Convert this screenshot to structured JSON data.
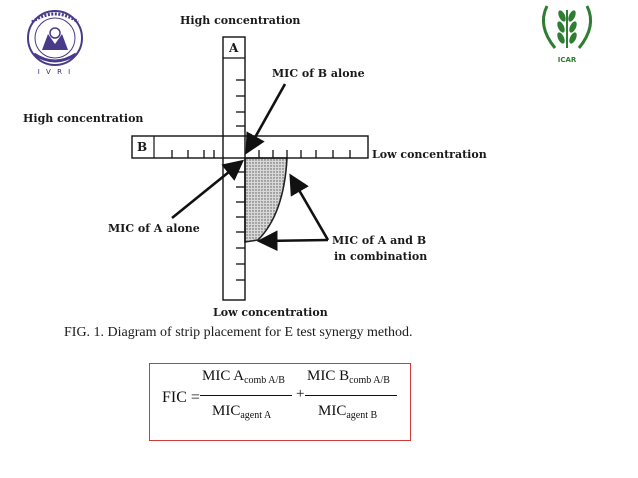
{
  "logos": {
    "left_caption": "I V R I",
    "right_caption": "ICAR"
  },
  "diagram": {
    "high_conc_a": "High concentration",
    "high_conc_b": "High concentration",
    "low_conc_a": "Low concentration",
    "low_conc_b": "Low concentration",
    "strip_a_label": "A",
    "strip_b_label": "B",
    "mic_b_alone": "MIC  of  B alone",
    "mic_a_alone": "MIC of A alone",
    "mic_combo_line1": "MIC of A and B",
    "mic_combo_line2": "in combination",
    "caption": "FIG.  1.  Diagram of strip placement for E test synergy method."
  },
  "formula": {
    "lhs": "FIC =",
    "num1_main": "MIC A",
    "num1_sub": "comb A/B",
    "den1_main": "MIC",
    "den1_sub": "agent A",
    "plus": "+",
    "num2_main": "MIC B",
    "num2_sub": "comb A/B",
    "den2_main": "MIC",
    "den2_sub": "agent B"
  },
  "colors": {
    "formula_border": "#d23a3a",
    "ivri_logo": "#4a3a8a",
    "icar_logo": "#2e7d32"
  }
}
